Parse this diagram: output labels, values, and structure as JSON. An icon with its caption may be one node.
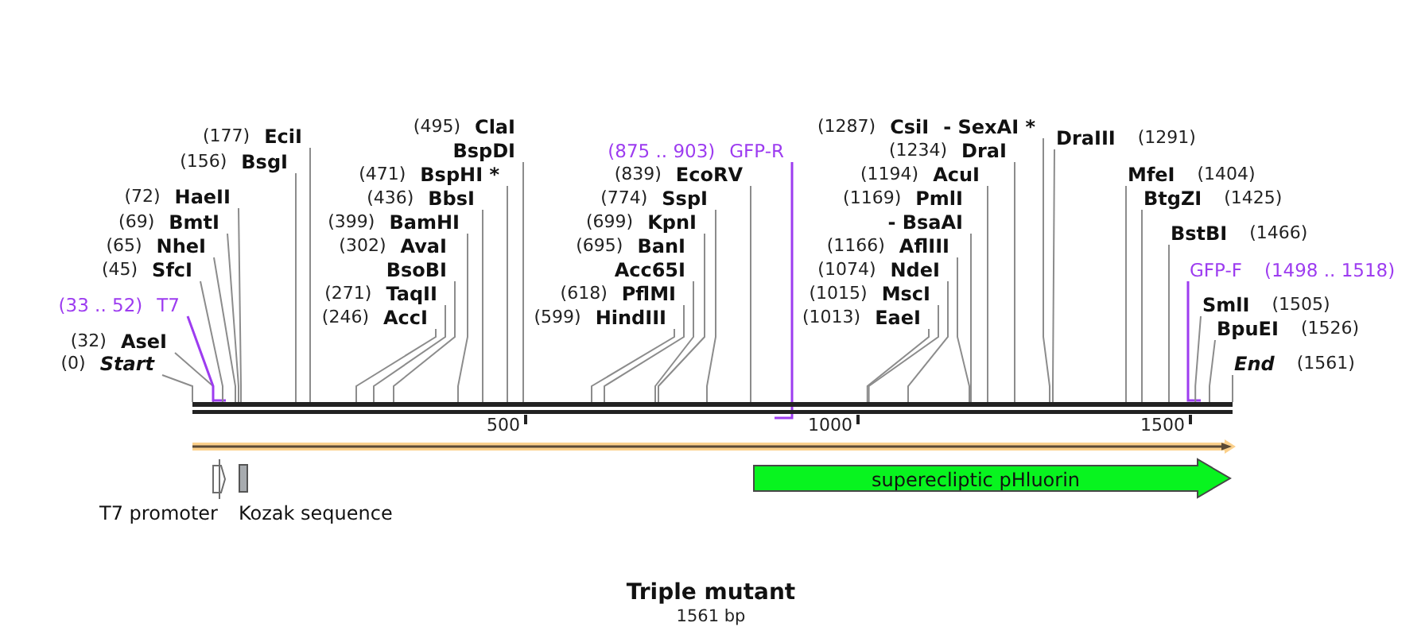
{
  "diagram": {
    "title": "Triple mutant",
    "caption": "1561 bp",
    "nodes": [
      {
        "text": [
          "(0)",
          "Start"
        ]
      },
      {
        "text": [
          "(32)",
          "AseI"
        ]
      },
      {
        "text": [
          "(33 .. 52)",
          "T7"
        ]
      },
      {
        "text": [
          "(45)",
          "SfcI"
        ]
      },
      {
        "text": [
          "(65)",
          "NheI"
        ]
      },
      {
        "text": [
          "(69)",
          "BmtI"
        ]
      },
      {
        "text": [
          "(72)",
          "HaeII"
        ]
      },
      {
        "text": [
          "(156)",
          "BsgI"
        ]
      },
      {
        "text": [
          "(177)",
          "EciI"
        ]
      },
      {
        "text": [
          "(246)",
          "AccI"
        ]
      },
      {
        "text": [
          "(271)",
          "TaqII"
        ]
      },
      {
        "text": [
          "(302)",
          "AvaI",
          "BsoBI"
        ]
      },
      {
        "text": [
          "(399)",
          "BamHI"
        ]
      },
      {
        "text": [
          "(436)",
          "BbsI"
        ]
      },
      {
        "text": [
          "(471)",
          "BspHI *"
        ]
      },
      {
        "text": [
          "(495)",
          "ClaI",
          "BspDI"
        ]
      },
      {
        "text": [
          "(599)",
          "HindIII"
        ]
      },
      {
        "text": [
          "(618)",
          "PflMI"
        ]
      },
      {
        "text": [
          "(695)",
          "BanI",
          "Acc65I"
        ]
      },
      {
        "text": [
          "(699)",
          "KpnI"
        ]
      },
      {
        "text": [
          "(774)",
          "SspI"
        ]
      },
      {
        "text": [
          "(839)",
          "EcoRV"
        ]
      },
      {
        "text": [
          "(875 .. 903)",
          "GFP-R"
        ]
      },
      {
        "text": [
          "(1013)",
          "EaeI"
        ]
      },
      {
        "text": [
          "(1015)",
          "MscI"
        ]
      },
      {
        "text": [
          "(1074)",
          "NdeI"
        ]
      },
      {
        "text": [
          "(1166)",
          "AflIII"
        ]
      },
      {
        "text": [
          "(1169)",
          "PmlI",
          "- BsaAI"
        ]
      },
      {
        "text": [
          "(1194)",
          "AcuI"
        ]
      },
      {
        "text": [
          "(1234)",
          "DraI"
        ]
      },
      {
        "text": [
          "(1287)",
          "CsiI",
          "- SexAI *"
        ]
      },
      {
        "text": [
          "DraIII",
          "(1291)"
        ]
      },
      {
        "text": [
          "MfeI",
          "(1404)"
        ]
      },
      {
        "text": [
          "BtgZI",
          "(1425)"
        ]
      },
      {
        "text": [
          "BstBI",
          "(1466)"
        ]
      },
      {
        "text": [
          "GFP-F",
          "(1498 .. 1518)"
        ]
      },
      {
        "text": [
          "SmlI",
          "(1505)"
        ]
      },
      {
        "text": [
          "BpuEI",
          "(1526)"
        ]
      },
      {
        "text": [
          "End",
          "(1561)"
        ]
      },
      {
        "text": [],
        "shape": "bar"
      },
      {
        "text": [
          "T7 promoter"
        ]
      },
      {
        "text": [
          "Kozak sequence"
        ]
      },
      {
        "text": [
          "superecliptic pHluorin"
        ]
      }
    ],
    "edges": [
      {
        "from": 0,
        "to": 39,
        "arrow": "none"
      },
      {
        "from": 1,
        "to": 39,
        "arrow": "none"
      },
      {
        "from": 2,
        "to": 39,
        "arrow": "none",
        "color": "#9d3cf0"
      },
      {
        "from": 3,
        "to": 39,
        "arrow": "none"
      },
      {
        "from": 4,
        "to": 39,
        "arrow": "none"
      },
      {
        "from": 5,
        "to": 39,
        "arrow": "none"
      },
      {
        "from": 6,
        "to": 39,
        "arrow": "none"
      },
      {
        "from": 7,
        "to": 39,
        "arrow": "none"
      },
      {
        "from": 8,
        "to": 39,
        "arrow": "none"
      },
      {
        "from": 9,
        "to": 39,
        "arrow": "none"
      },
      {
        "from": 10,
        "to": 39,
        "arrow": "none"
      },
      {
        "from": 11,
        "to": 39,
        "arrow": "none"
      },
      {
        "from": 12,
        "to": 39,
        "arrow": "none"
      },
      {
        "from": 13,
        "to": 39,
        "arrow": "none"
      },
      {
        "from": 14,
        "to": 39,
        "arrow": "none"
      },
      {
        "from": 15,
        "to": 39,
        "arrow": "none"
      },
      {
        "from": 16,
        "to": 39,
        "arrow": "none"
      },
      {
        "from": 17,
        "to": 39,
        "arrow": "none"
      },
      {
        "from": 18,
        "to": 39,
        "arrow": "none"
      },
      {
        "from": 19,
        "to": 39,
        "arrow": "none"
      },
      {
        "from": 20,
        "to": 39,
        "arrow": "none"
      },
      {
        "from": 21,
        "to": 39,
        "arrow": "none"
      },
      {
        "from": 22,
        "to": 39,
        "arrow": "none",
        "color": "#9d3cf0"
      },
      {
        "from": 23,
        "to": 39,
        "arrow": "none"
      },
      {
        "from": 24,
        "to": 39,
        "arrow": "none"
      },
      {
        "from": 25,
        "to": 39,
        "arrow": "none"
      },
      {
        "from": 26,
        "to": 39,
        "arrow": "none"
      },
      {
        "from": 27,
        "to": 39,
        "arrow": "none"
      },
      {
        "from": 28,
        "to": 39,
        "arrow": "none"
      },
      {
        "from": 29,
        "to": 39,
        "arrow": "none"
      },
      {
        "from": 30,
        "to": 39,
        "arrow": "none"
      },
      {
        "from": 31,
        "to": 39,
        "arrow": "none"
      },
      {
        "from": 32,
        "to": 39,
        "arrow": "none"
      },
      {
        "from": 33,
        "to": 39,
        "arrow": "none"
      },
      {
        "from": 34,
        "to": 39,
        "arrow": "none"
      },
      {
        "from": 35,
        "to": 39,
        "arrow": "none",
        "color": "#9d3cf0"
      },
      {
        "from": 36,
        "to": 39,
        "arrow": "none"
      },
      {
        "from": 37,
        "to": 39,
        "arrow": "none"
      },
      {
        "from": 38,
        "to": 39,
        "arrow": "none"
      }
    ],
    "labels": [
      "500",
      "1000",
      "1500"
    ]
  }
}
